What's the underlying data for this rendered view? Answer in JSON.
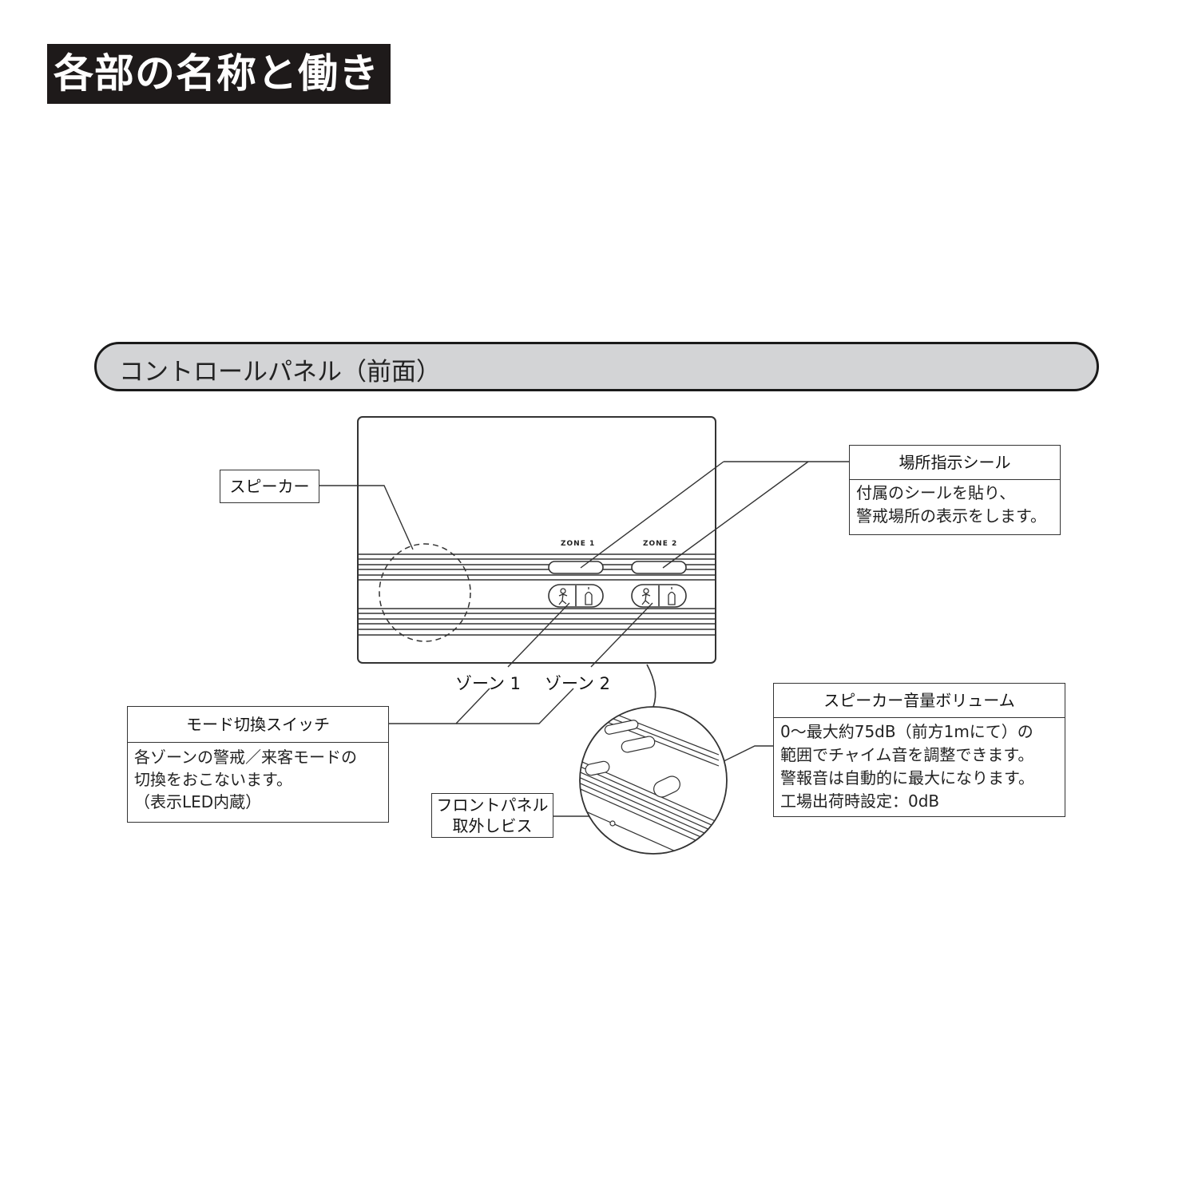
{
  "header": {
    "title": "各部の名称と働き"
  },
  "section": {
    "title": "コントロールパネル（前面）"
  },
  "colors": {
    "title_bg": "#1e1a1a",
    "title_fg": "#ffffff",
    "pill_bg": "#d3d4d6",
    "line": "#333333"
  },
  "device": {
    "zone_labels": [
      "ZONE 1",
      "ZONE 2"
    ],
    "icons": [
      "person-running-icon",
      "hand-bell-icon"
    ]
  },
  "callouts": {
    "speaker": {
      "label": "スピーカー"
    },
    "location_sticker": {
      "title": "場所指示シール",
      "lines": [
        "付属のシールを貼り、",
        "警戒場所の表示をします。"
      ]
    },
    "zone1": {
      "label": "ゾーン 1"
    },
    "zone2": {
      "label": "ゾーン 2"
    },
    "mode_switch": {
      "title": "モード切換スイッチ",
      "lines": [
        "各ゾーンの警戒／来客モードの",
        "切換をおこないます。",
        "（表示LED内蔵）"
      ]
    },
    "front_panel_screw": {
      "lines": [
        "フロントパネル",
        "取外しビス"
      ]
    },
    "speaker_volume": {
      "title": "スピーカー音量ボリューム",
      "lines": [
        "0〜最大約75dB（前方1mにて）の",
        "範囲でチャイム音を調整できます。",
        "警報音は自動的に最大になります。",
        "工場出荷時設定：0dB"
      ]
    }
  }
}
